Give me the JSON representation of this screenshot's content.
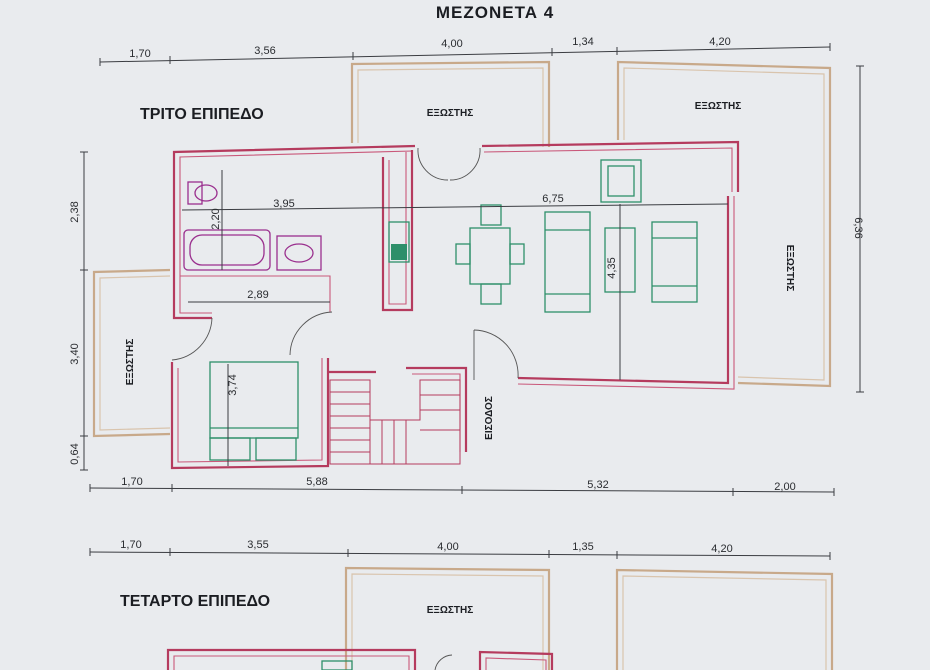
{
  "title": "ΜΕΖΟΝΕΤΑ 4",
  "levels": [
    {
      "name": "ΤΡΙΤΟ ΕΠΙΠΕΔΟ",
      "top_dims": [
        "1,70",
        "3,56",
        "4,00",
        "1,34",
        "4,20"
      ],
      "bottom_dims": [
        "1,70",
        "5,88",
        "5,32",
        "2,00"
      ],
      "left_dims": [
        "2,38",
        "3,40",
        "0,64"
      ],
      "right_dim": "6,36",
      "inner_dims": [
        "3,95",
        "6,75",
        "2,20",
        "2,89",
        "3,74",
        "4,35"
      ],
      "rooms": {
        "balcony_top_mid": "ΕΞΩΣΤΗΣ",
        "balcony_top_right": "ΕΞΩΣΤΗΣ",
        "balcony_right": "ΕΞΩΣΤΗΣ",
        "balcony_left": "ΕΞΩΣΤΗΣ",
        "entrance": "ΕΙΣΟΔΟΣ"
      }
    },
    {
      "name": "ΤΕΤΑΡΤΟ ΕΠΙΠΕΔΟ",
      "top_dims": [
        "1,70",
        "3,55",
        "4,00",
        "1,35",
        "4,20"
      ],
      "rooms": {
        "balcony_top_mid": "ΕΞΩΣΤΗΣ"
      }
    }
  ],
  "colors": {
    "walls": "#b53b5e",
    "balcony": "#c8a98a",
    "furniture": "#2e8f6a",
    "bathroom": "#9a2f8e",
    "background": "#e9ebee"
  }
}
